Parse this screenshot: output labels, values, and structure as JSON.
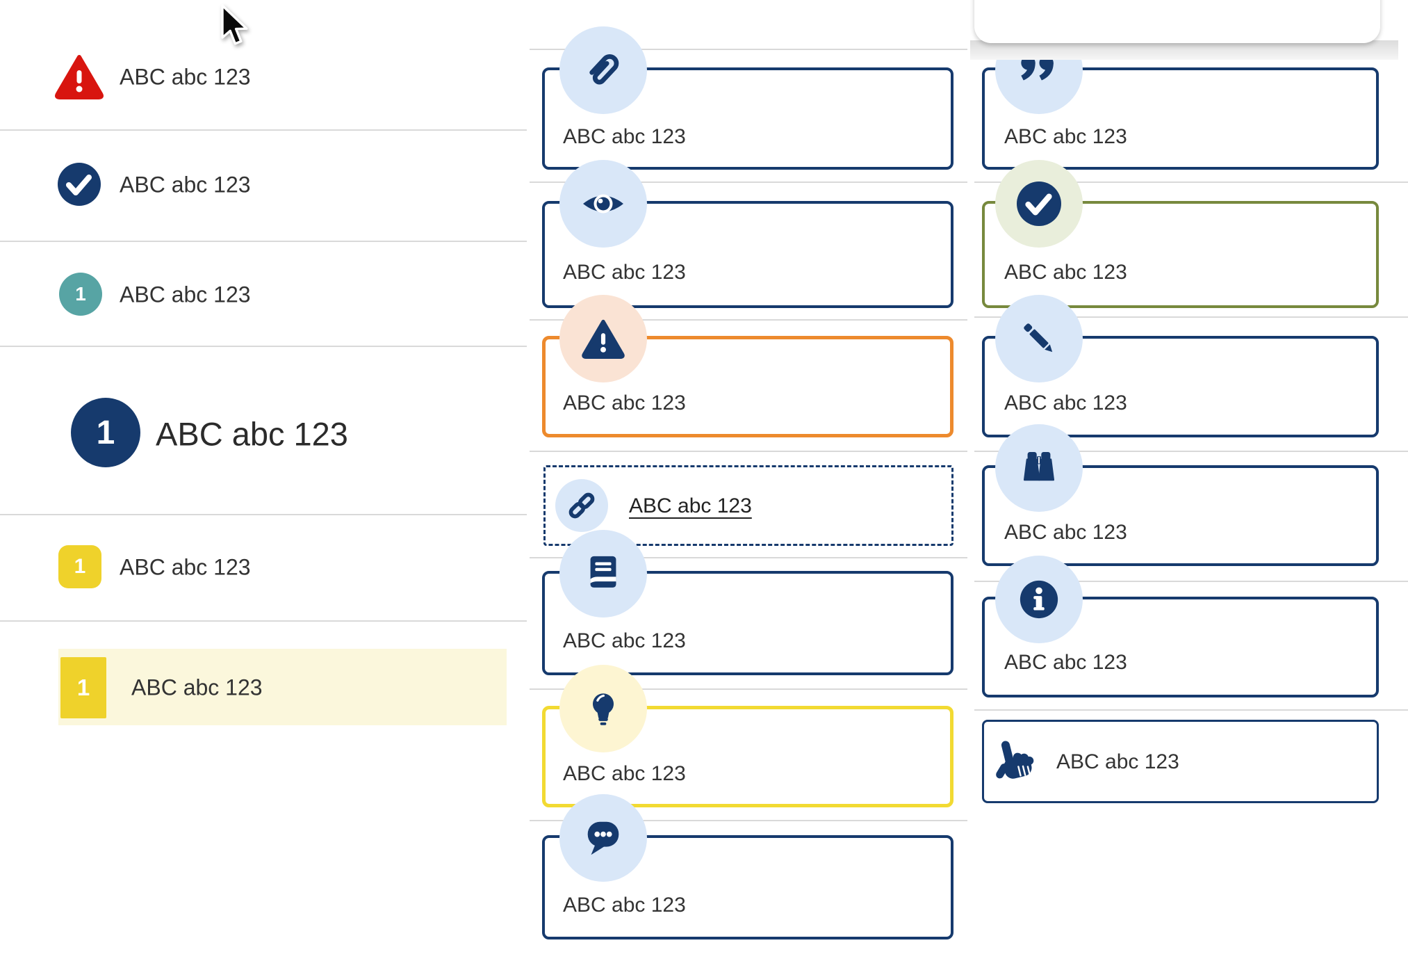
{
  "colors": {
    "navy": "#163a6d",
    "red": "#d8150f",
    "teal": "#57a4a4",
    "yellow_badge": "#efd22b",
    "highlight_band": "#fbf7dc",
    "icon_circle_blue": "#d9e7f8",
    "icon_circle_orange": "#fae3d4",
    "icon_circle_green": "#e9eedb",
    "icon_circle_yellow": "#fdf5d2",
    "border_orange": "#ed8a2d",
    "border_olive": "#77893d",
    "border_yellow": "#f2da32",
    "divider": "#d9d9d9",
    "text": "#333333"
  },
  "left_list": {
    "items": [
      {
        "icon": "alert-triangle-icon",
        "label": "ABC abc 123"
      },
      {
        "icon": "check-circle-icon",
        "label": "ABC abc 123"
      },
      {
        "icon": "number-badge-teal-circle",
        "badge": "1",
        "label": "ABC abc 123"
      },
      {
        "icon": "number-badge-navy-circle-large",
        "badge": "1",
        "label": "ABC abc 123"
      },
      {
        "icon": "number-badge-yellow-square",
        "badge": "1",
        "label": "ABC abc 123"
      },
      {
        "icon": "number-badge-yellow-rect",
        "badge": "1",
        "label": "ABC abc 123",
        "highlighted": true
      }
    ]
  },
  "middle_callouts": {
    "items": [
      {
        "icon": "paperclip-icon",
        "label": "ABC abc 123",
        "variant": "navy"
      },
      {
        "icon": "eye-icon",
        "label": "ABC abc 123",
        "variant": "navy"
      },
      {
        "icon": "warning-icon",
        "label": "ABC abc 123",
        "variant": "orange"
      },
      {
        "icon": "link-icon",
        "label": "ABC abc 123",
        "variant": "dashed-link"
      },
      {
        "icon": "book-icon",
        "label": "ABC abc 123",
        "variant": "navy"
      },
      {
        "icon": "lightbulb-icon",
        "label": "ABC abc 123",
        "variant": "yellow"
      },
      {
        "icon": "chat-dots-icon",
        "label": "ABC abc 123",
        "variant": "navy"
      }
    ]
  },
  "right_callouts": {
    "items": [
      {
        "icon": "quote-icon",
        "label": "ABC abc 123",
        "variant": "navy"
      },
      {
        "icon": "check-circle-icon",
        "label": "ABC abc 123",
        "variant": "olive"
      },
      {
        "icon": "pencil-icon",
        "label": "ABC abc 123",
        "variant": "navy"
      },
      {
        "icon": "binoculars-icon",
        "label": "ABC abc 123",
        "variant": "navy"
      },
      {
        "icon": "info-icon",
        "label": "ABC abc 123",
        "variant": "navy"
      },
      {
        "icon": "hand-pointer-icon",
        "label": "ABC abc 123",
        "variant": "navy-thin"
      }
    ]
  }
}
